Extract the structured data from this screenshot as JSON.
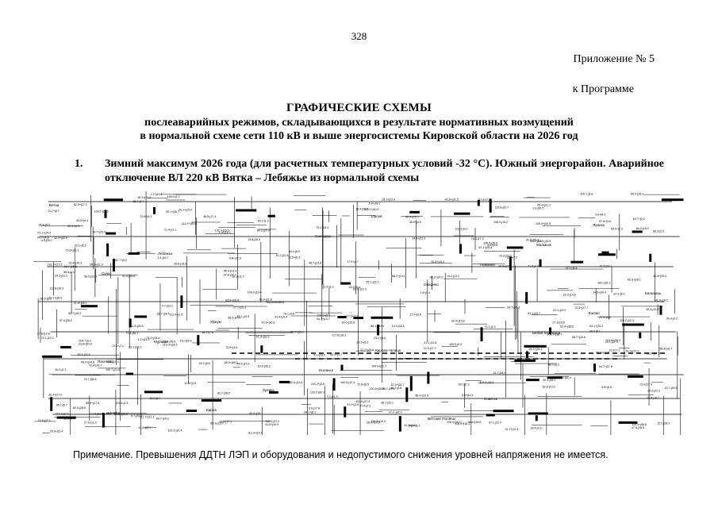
{
  "page_number": "328",
  "header": {
    "appendix": "Приложение № 5",
    "to_program": "к Программе"
  },
  "title": "ГРАФИЧЕСКИЕ СХЕМЫ",
  "subtitle_line1": "послеаварийных режимов, складывающихся в результате нормативных возмущений",
  "subtitle_line2": "в нормальной схеме сети 110 кВ и выше энергосистемы Кировской области на 2026 год",
  "section": {
    "number": "1.",
    "text": "Зимний максимум 2026 года (для расчетных температурных условий -32 °C). Южный энергорайон. Аварийное отключение ВЛ 220 кВ Вятка – Лебяжье из нормальной схемы"
  },
  "diagram": {
    "labels": [
      "Вятка",
      "Лебяжье",
      "Котельнич",
      "Кирово-Чепецк",
      "Советск",
      "Яранск",
      "Суна",
      "Уржум",
      "Нолинск",
      "Вятские Поляны",
      "Малмыж",
      "Кильмезь",
      "Мураши",
      "Зуевка",
      "Орлов",
      "Пижанка",
      "Ежово",
      "Пасегово",
      "Киров",
      "Санчурск",
      "Опарино",
      "Белая Холуница"
    ]
  },
  "note": "Примечание. Превышения ДДТН ЛЭП и оборудования и недопустимого снижения уровней напряжения не имеется."
}
